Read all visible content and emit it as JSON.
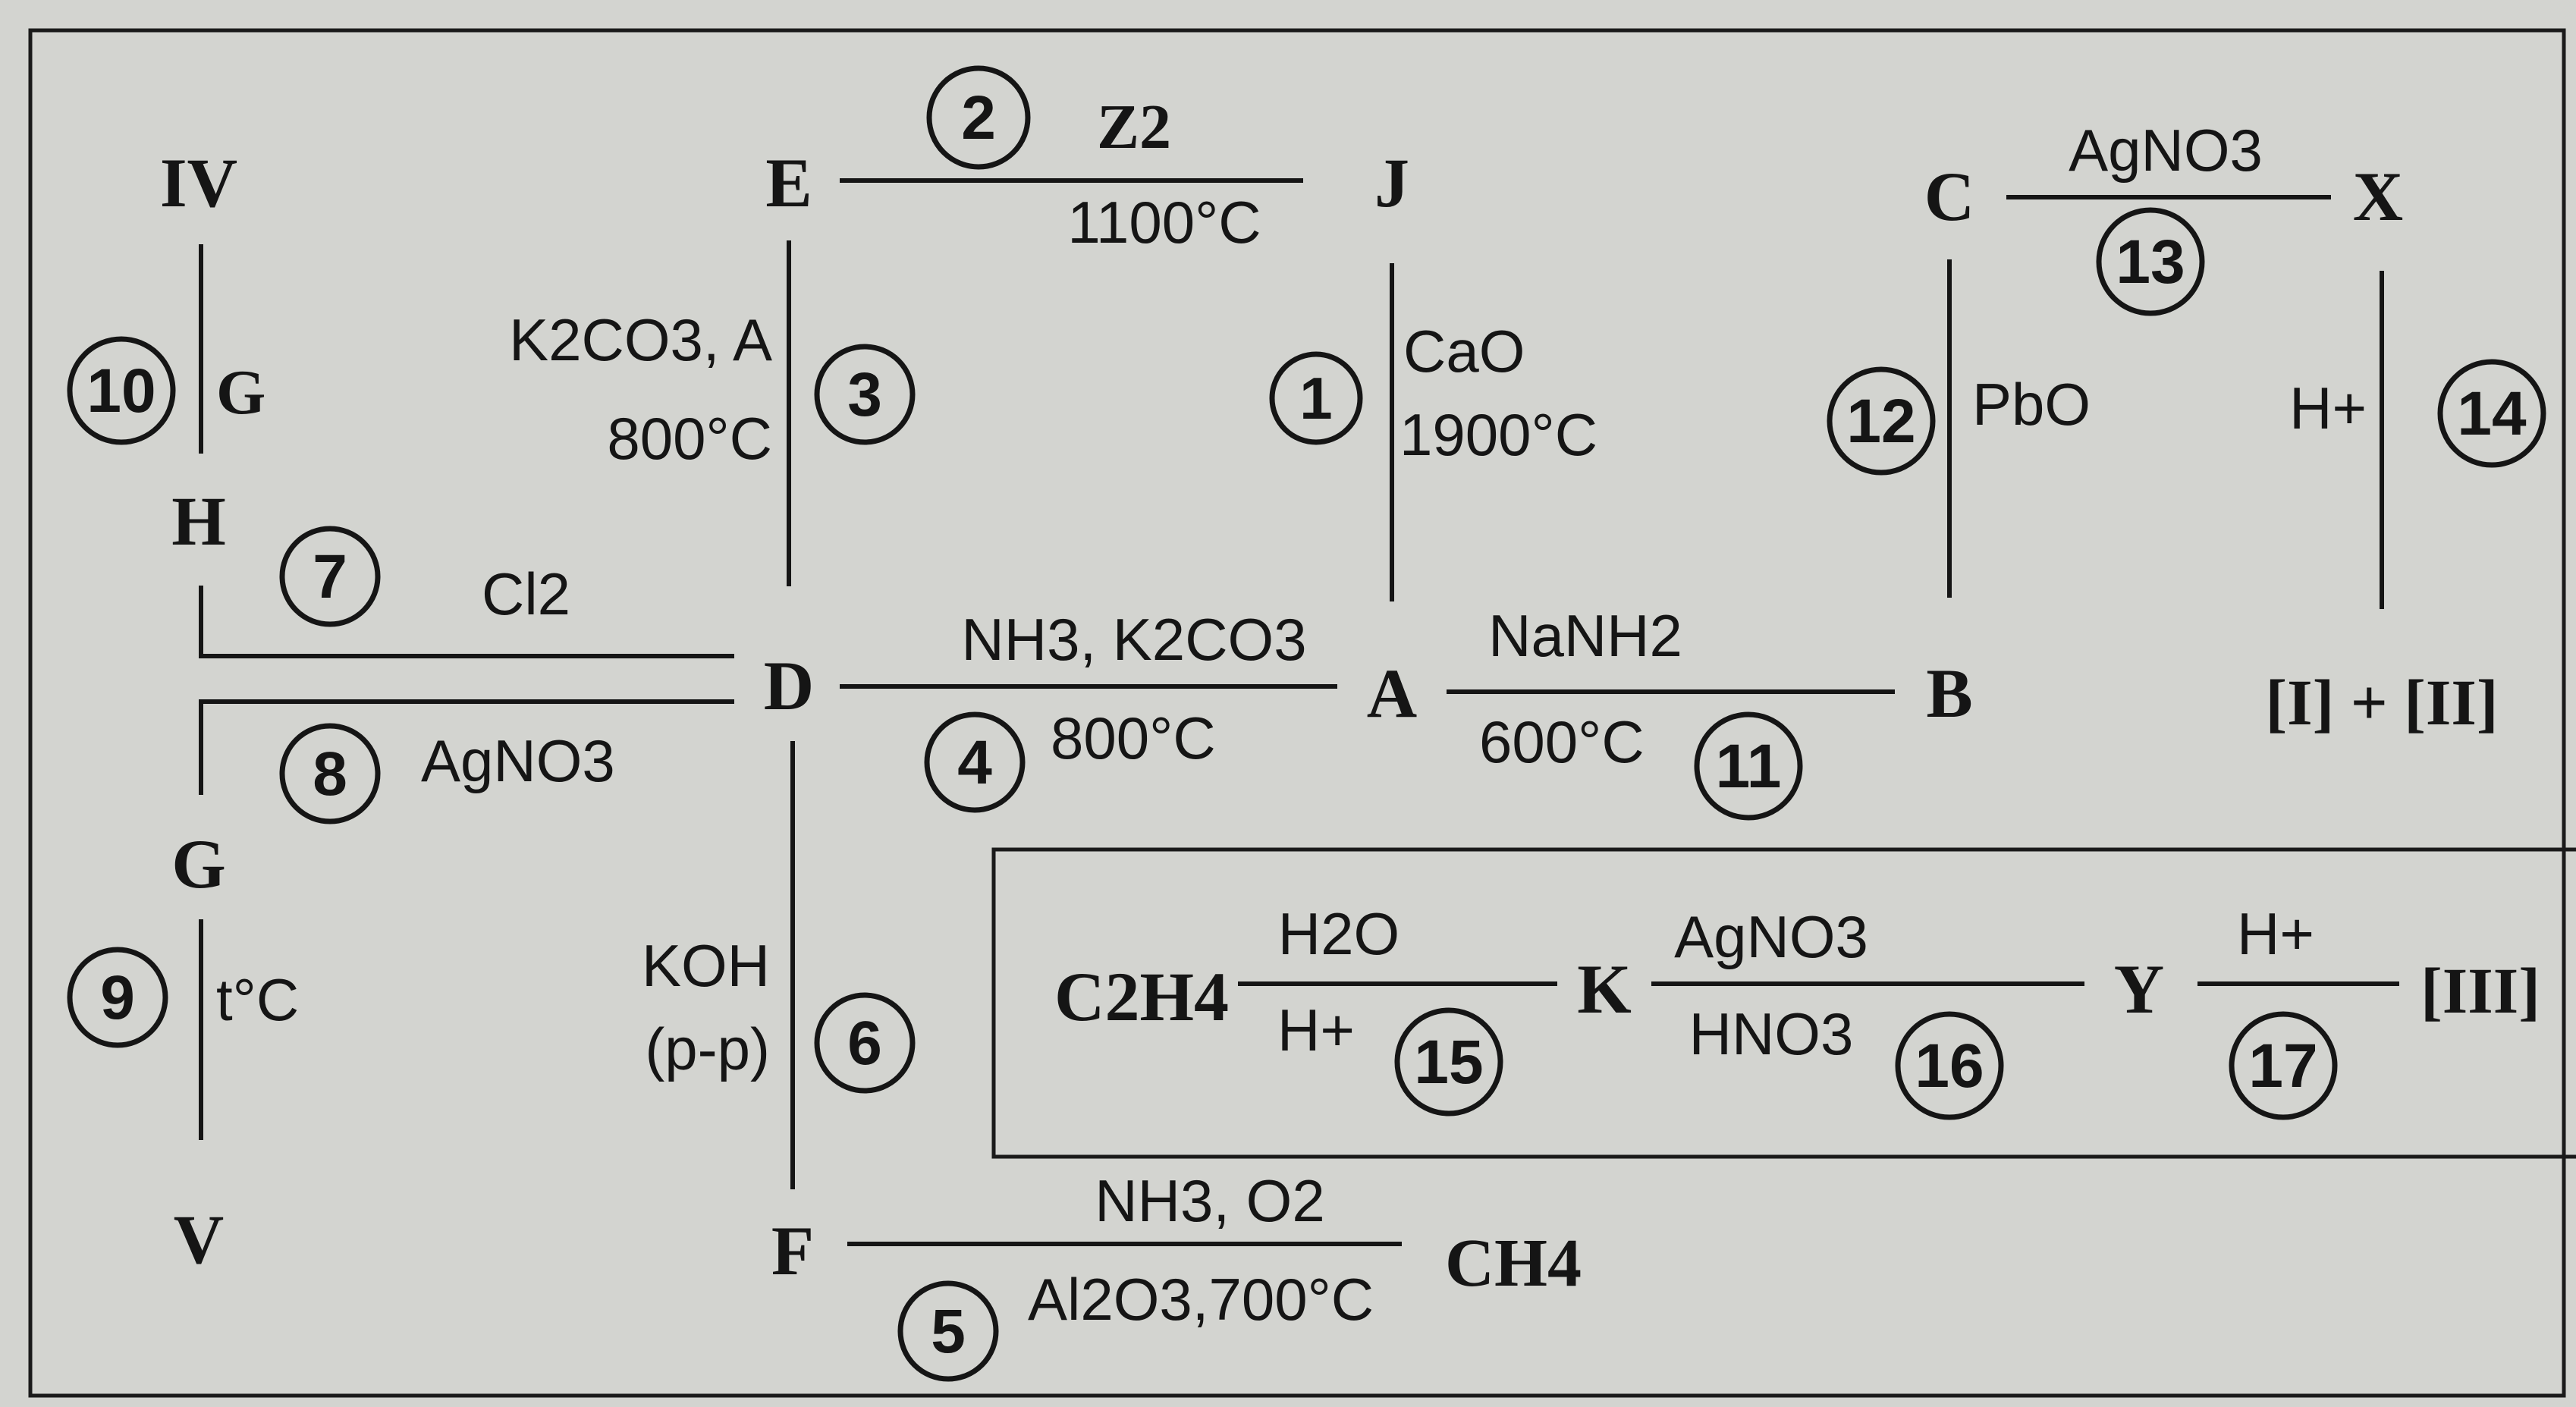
{
  "nodes": {
    "IV": "IV",
    "E": "E",
    "J": "J",
    "C": "C",
    "X": "X",
    "H": "H",
    "D": "D",
    "A": "A",
    "B": "B",
    "I_II": "[I] + [II]",
    "G_bottom": "G",
    "V": "V",
    "F": "F",
    "CH4": "CH4",
    "C2H4": "C2H4",
    "K": "K",
    "Y": "Y",
    "III": "[III]"
  },
  "reactions": [
    {
      "num": "1",
      "above": "CaO",
      "below": "1900°C"
    },
    {
      "num": "2",
      "above": "Z2",
      "below": "1100°C"
    },
    {
      "num": "3",
      "above": "K2CO3, A",
      "below": "800°C"
    },
    {
      "num": "4",
      "above": "NH3, K2CO3",
      "below": "800°C"
    },
    {
      "num": "5",
      "above": "NH3, O2",
      "below": "Al2O3,700°C"
    },
    {
      "num": "6",
      "above": "KOH",
      "below": "(p-p)"
    },
    {
      "num": "7",
      "above": "Cl2",
      "below": ""
    },
    {
      "num": "8",
      "above": "AgNO3",
      "below": ""
    },
    {
      "num": "9",
      "above": "t°C",
      "below": ""
    },
    {
      "num": "10",
      "above": "G",
      "below": ""
    },
    {
      "num": "11",
      "above": "NaNH2",
      "below": "600°C"
    },
    {
      "num": "12",
      "above": "PbO",
      "below": ""
    },
    {
      "num": "13",
      "above": "AgNO3",
      "below": ""
    },
    {
      "num": "14",
      "above": "H+",
      "below": ""
    },
    {
      "num": "15",
      "above": "H2O",
      "below": "H+"
    },
    {
      "num": "16",
      "above": "AgNO3",
      "below": "HNO3"
    },
    {
      "num": "17",
      "above": "H+",
      "below": ""
    }
  ]
}
